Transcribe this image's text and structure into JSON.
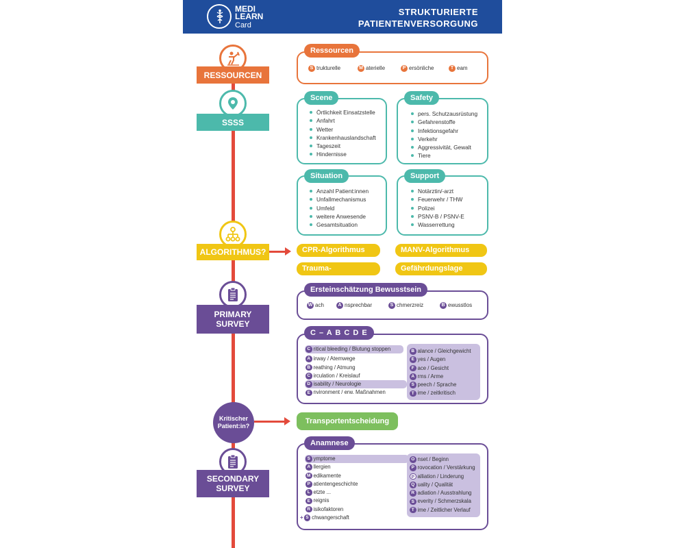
{
  "header": {
    "logo_line1": "MEDI",
    "logo_line2": "LEARN",
    "logo_sub": "Card",
    "title_line1": "STRUKTURIERTE",
    "title_line2": "PATIENTENVERSORGUNG",
    "color": "#1f4d9c"
  },
  "steps": {
    "ressourcen": "RESSOURCEN",
    "ssss": "SSSS",
    "algorithmus": "ALGORITHMUS?",
    "primary_1": "PRIMARY",
    "primary_2": "SURVEY",
    "kritisch_1": "Kritischer",
    "kritisch_2": "Patient:in?",
    "secondary_1": "SECONDARY",
    "secondary_2": "SURVEY"
  },
  "colors": {
    "orange": "#e8743b",
    "teal": "#4cb9ab",
    "yellow": "#f0c614",
    "purple": "#6a4d96",
    "green": "#7dbf5e",
    "red": "#e34a3b",
    "lavender": "#cac0e0"
  },
  "icons": [
    "worker-icon",
    "location-pin-icon",
    "algorithm-tree-icon",
    "clipboard-icon"
  ],
  "ressourcen": {
    "tag": "Ressourcen",
    "items": [
      {
        "letter": "S",
        "rest": "trukturelle"
      },
      {
        "letter": "M",
        "rest": "aterielle"
      },
      {
        "letter": "P",
        "rest": "ersönliche"
      },
      {
        "letter": "T",
        "rest": "eam"
      }
    ]
  },
  "scene": {
    "tag": "Scene",
    "items": [
      "Örtlichkeit Einsatzstelle",
      "Anfahrt",
      "Wetter",
      "Krankenhauslandschaft",
      "Tageszeit",
      "Hindernisse"
    ]
  },
  "safety": {
    "tag": "Safety",
    "items": [
      "pers. Schutzausrüstung",
      "Gefahrenstoffe",
      "Infektionsgefahr",
      "Verkehr",
      "Aggressivität, Gewalt",
      "Tiere"
    ]
  },
  "situation": {
    "tag": "Situation",
    "items": [
      "Anzahl Patient:innen",
      "Unfallmechanismus",
      "Umfeld",
      "weitere Anwesende",
      "Gesamtsituation"
    ]
  },
  "support": {
    "tag": "Support",
    "items": [
      "Notärztin/-arzt",
      "Feuerwehr / THW",
      "Polizei",
      "PSNV-B / PSNV-E",
      "Wasserrettung"
    ]
  },
  "algorithms": [
    "CPR-Algorithmus",
    "MANV-Algorithmus",
    "Trauma-Algorithmus",
    "Gefährdungslage"
  ],
  "bewusstsein": {
    "tag": "Ersteinschätzung Bewusstsein",
    "items": [
      {
        "letter": "W",
        "rest": "ach"
      },
      {
        "letter": "A",
        "rest": "nsprechbar"
      },
      {
        "letter": "S",
        "rest": "chmerzreiz"
      },
      {
        "letter": "B",
        "rest": "ewusstlos"
      }
    ]
  },
  "cabcde": {
    "tag": "C – A B C D E",
    "left": [
      {
        "letter": "C",
        "rest": "ritical bleeding / Blutung stoppen"
      },
      {
        "letter": "A",
        "rest": "irway / Atemwege"
      },
      {
        "letter": "B",
        "rest": "reathing / Atmung"
      },
      {
        "letter": "C",
        "rest": "irculation / Kreislauf"
      },
      {
        "letter": "D",
        "rest": "isability / Neurologie"
      },
      {
        "letter": "E",
        "rest": "nvironment / erw. Maßnahmen"
      }
    ],
    "right": [
      {
        "letter": "B",
        "rest": "alance / Gleichgewicht"
      },
      {
        "letter": "E",
        "rest": "yes / Augen"
      },
      {
        "letter": "F",
        "rest": "ace / Gesicht"
      },
      {
        "letter": "A",
        "rest": "rms / Arme"
      },
      {
        "letter": "S",
        "rest": "peech / Sprache"
      },
      {
        "letter": "T",
        "rest": "ime / zeitkritisch"
      }
    ]
  },
  "transport": "Transportentscheidung",
  "anamnese": {
    "tag": "Anamnese",
    "left": [
      {
        "letter": "S",
        "rest": "ymptome"
      },
      {
        "letter": "A",
        "rest": "llergien"
      },
      {
        "letter": "M",
        "rest": "edikamente"
      },
      {
        "letter": "P",
        "rest": "atientengeschichte"
      },
      {
        "letter": "L",
        "rest": "etzte ..."
      },
      {
        "letter": "E",
        "rest": "reignis"
      },
      {
        "letter": "R",
        "rest": "isikofaktoren"
      },
      {
        "letter": "S",
        "rest": "chwangerschaft",
        "prefix": "+"
      }
    ],
    "right": [
      {
        "letter": "O",
        "rest": "nset / Beginn"
      },
      {
        "letter": "P",
        "rest": "rovocation / Verstärkung"
      },
      {
        "letter": "P",
        "rest": "alliation / Linderung"
      },
      {
        "letter": "Q",
        "rest": "uality / Qualität"
      },
      {
        "letter": "R",
        "rest": "adiation / Ausstrahlung"
      },
      {
        "letter": "S",
        "rest": "everity / Schmerzskala"
      },
      {
        "letter": "T",
        "rest": "ime / Zeitlicher Verlauf"
      }
    ]
  }
}
